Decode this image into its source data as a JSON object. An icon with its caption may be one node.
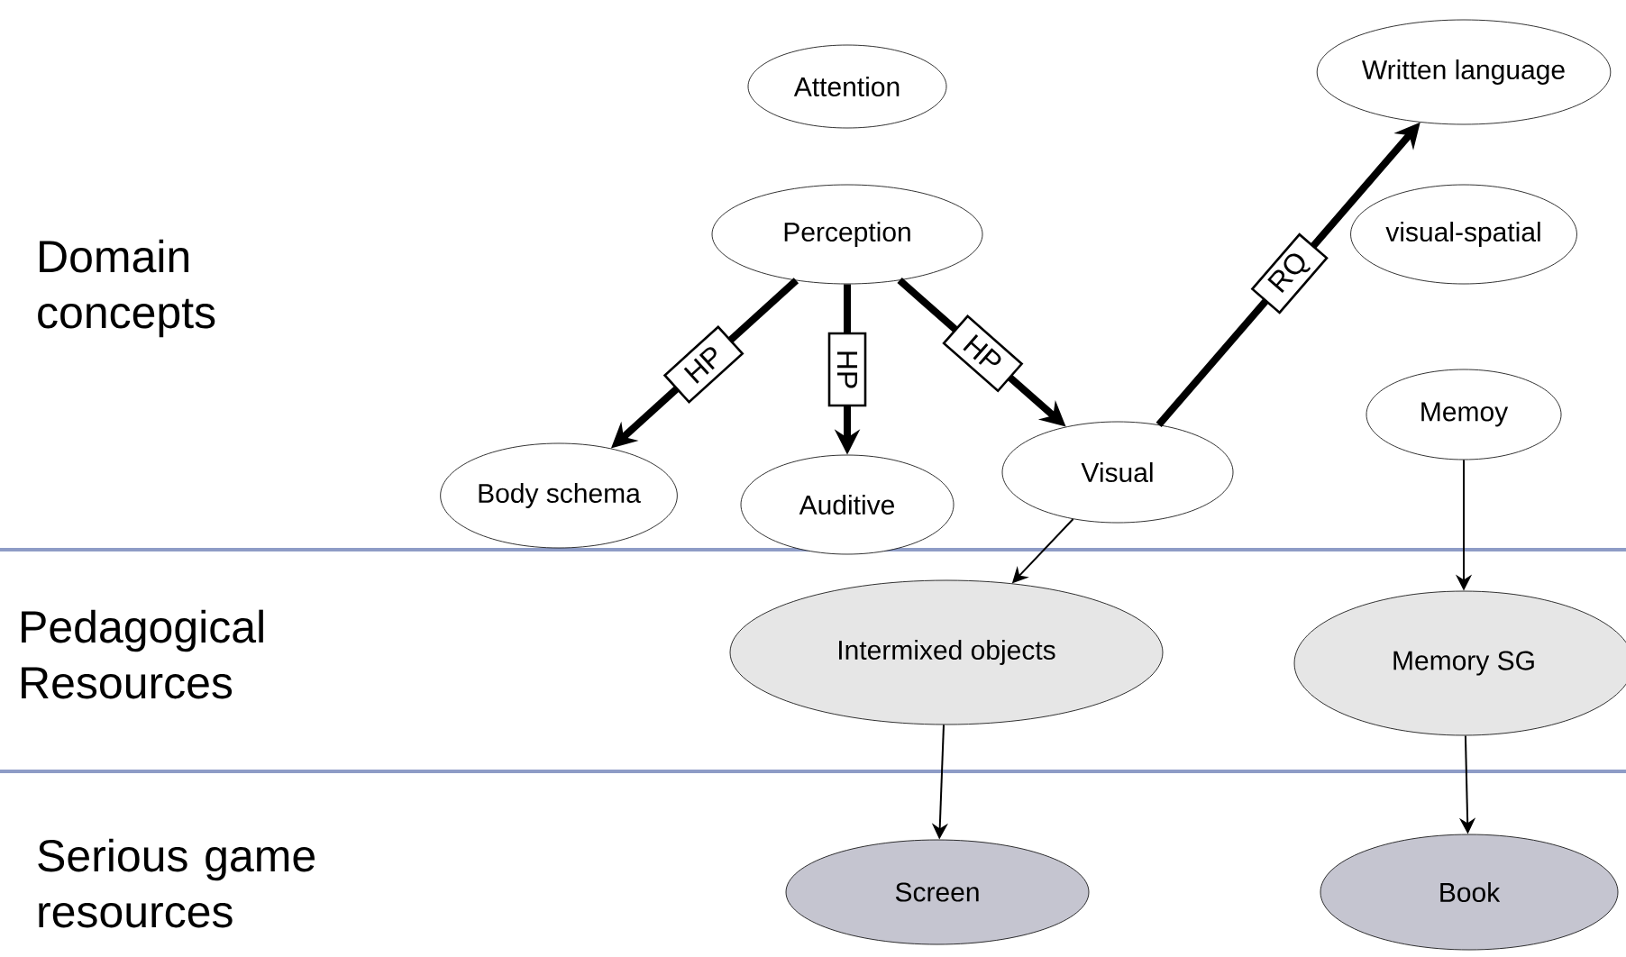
{
  "diagram": {
    "nodes": [
      {
        "text": [
          "Attention"
        ]
      },
      {
        "text": [
          "Written language"
        ]
      },
      {
        "text": [
          "Perception"
        ]
      },
      {
        "text": [
          "visual-spatial"
        ]
      },
      {
        "text": [
          "Body schema"
        ]
      },
      {
        "text": [
          "Auditive"
        ]
      },
      {
        "text": [
          "Visual"
        ]
      },
      {
        "text": [
          "Memoy"
        ]
      },
      {
        "text": [
          "Intermixed objects"
        ]
      },
      {
        "text": [
          "Memory SG"
        ]
      },
      {
        "text": [
          "Screen"
        ]
      },
      {
        "text": [
          "Book"
        ]
      }
    ],
    "edges": [
      {
        "from": 2,
        "to": 4,
        "arrow": "to",
        "label": "HP",
        "style": "thick"
      },
      {
        "from": 2,
        "to": 5,
        "arrow": "to",
        "label": "HP",
        "style": "thick"
      },
      {
        "from": 2,
        "to": 6,
        "arrow": "to",
        "label": "HP",
        "style": "thick"
      },
      {
        "from": 6,
        "to": 1,
        "arrow": "to",
        "label": "RQ",
        "style": "thick"
      },
      {
        "from": 6,
        "to": 8,
        "arrow": "to"
      },
      {
        "from": 7,
        "to": 9,
        "arrow": "to"
      },
      {
        "from": 8,
        "to": 10,
        "arrow": "to"
      },
      {
        "from": 9,
        "to": 11,
        "arrow": "to"
      }
    ],
    "labels": [
      "Domain concepts",
      "Pedagogical Resources",
      "Serious game resources"
    ]
  }
}
